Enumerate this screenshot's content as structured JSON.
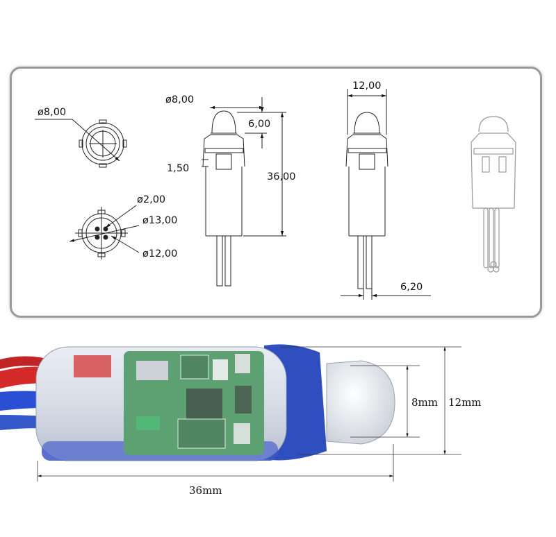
{
  "top_view": {
    "diameter_label": "ø8,00"
  },
  "pin_view": {
    "labels": [
      "ø2,00",
      "ø13,00",
      "ø12,00"
    ]
  },
  "side_view": {
    "lens_diameter": "ø8,00",
    "lens_height": "6,00",
    "flange": "1,50",
    "length": "36,00"
  },
  "front_view": {
    "width": "12,00",
    "pin_spacing": "6,20"
  },
  "photo": {
    "lens_label": "8mm",
    "body_label": "12mm",
    "length_label": "36mm",
    "colors": {
      "shell": "#cfd6e2",
      "cap": "#2f4fc0",
      "pcb": "#3a8d53",
      "wire_red": "#d42a2a",
      "wire_blue": "#2a4fd4"
    }
  }
}
